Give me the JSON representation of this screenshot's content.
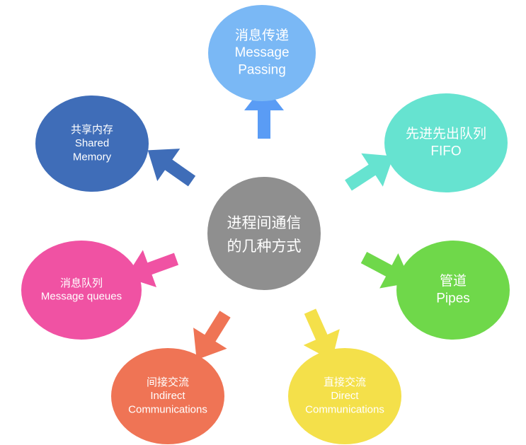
{
  "center": {
    "line1": "进程间通信",
    "line2": "的几种方式",
    "color": "#8f8f8f"
  },
  "nodes": [
    {
      "id": "message-passing",
      "zh": "消息传递",
      "en1": "Message",
      "en2": "Passing",
      "color": "#7ab8f5",
      "arrow_color": "#5a9cf5"
    },
    {
      "id": "fifo",
      "zh": "先进先出队列",
      "en1": "FIFO",
      "en2": "",
      "color": "#66e3d0",
      "arrow_color": "#66e3d0"
    },
    {
      "id": "pipes",
      "zh": "管道",
      "en1": "Pipes",
      "en2": "",
      "color": "#6fd84a",
      "arrow_color": "#6fd84a"
    },
    {
      "id": "direct",
      "zh": "直接交流",
      "en1": "Direct",
      "en2": "Communications",
      "color": "#f4e04a",
      "arrow_color": "#f4e04a"
    },
    {
      "id": "indirect",
      "zh": "间接交流",
      "en1": "Indirect",
      "en2": "Communications",
      "color": "#ef7455",
      "arrow_color": "#ef7455"
    },
    {
      "id": "message-queues",
      "zh": "消息队列",
      "en1": "Message queues",
      "en2": "",
      "color": "#f052a3",
      "arrow_color": "#f052a3"
    },
    {
      "id": "shared-memory",
      "zh": "共享内存",
      "en1": "Shared",
      "en2": "Memory",
      "color": "#3f6db8",
      "arrow_color": "#3f6db8"
    }
  ]
}
